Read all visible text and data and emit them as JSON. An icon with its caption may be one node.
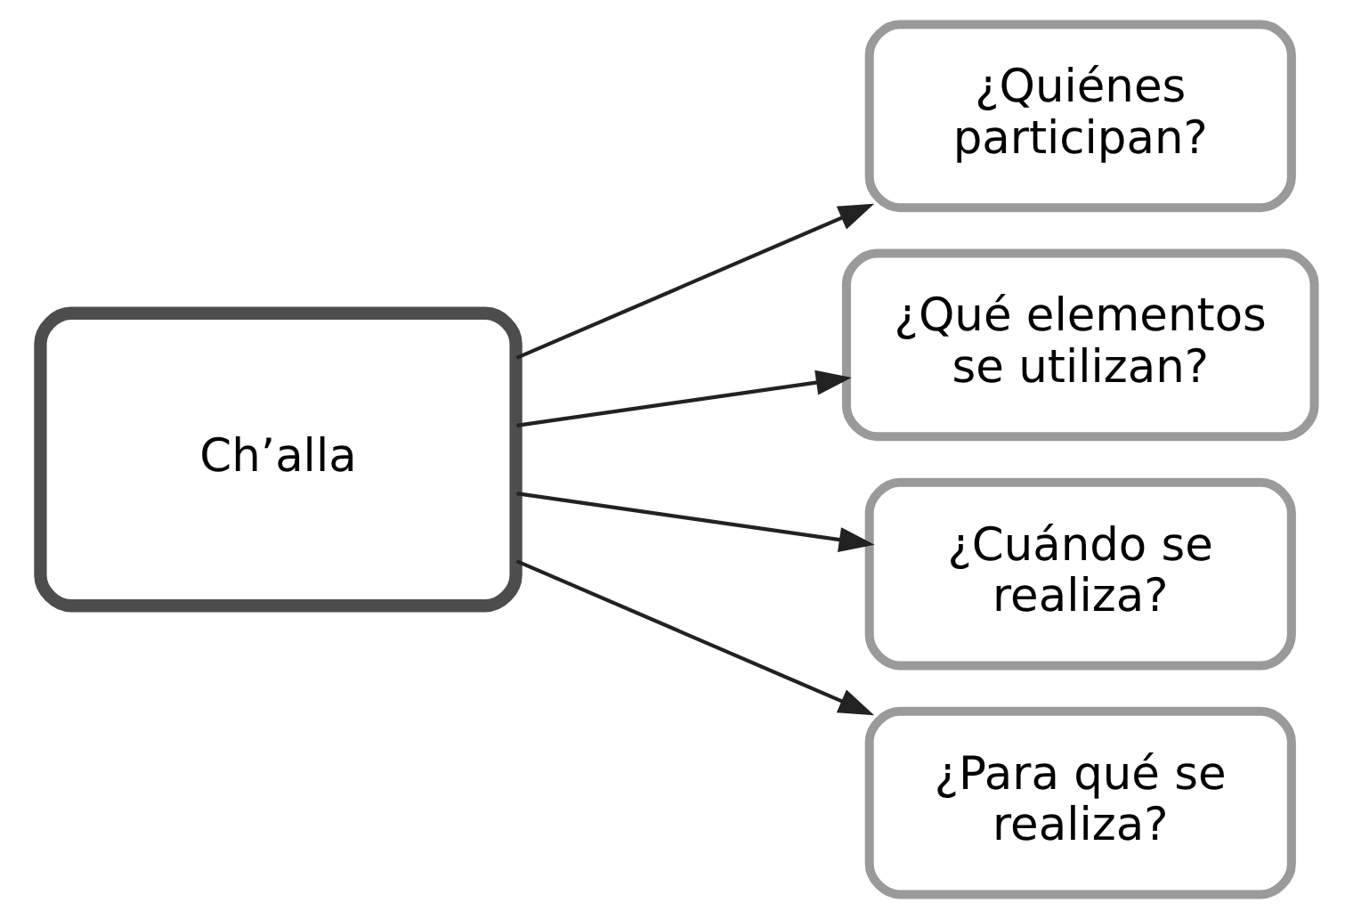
{
  "diagram": {
    "nodes": [
      {
        "text": [
          "Ch’alla"
        ]
      },
      {
        "text": [
          "¿Quiénes participan?"
        ]
      },
      {
        "text": [
          "¿Qué elementos se utilizan?"
        ]
      },
      {
        "text": [
          "¿Cuándo se realiza?"
        ]
      },
      {
        "text": [
          "¿Para qué se realiza?"
        ]
      }
    ],
    "edges": [
      {
        "from": 0,
        "to": 1,
        "arrow": "to"
      },
      {
        "from": 0,
        "to": 2,
        "arrow": "to"
      },
      {
        "from": 0,
        "to": 3,
        "arrow": "to"
      },
      {
        "from": 0,
        "to": 4,
        "arrow": "to"
      }
    ]
  }
}
